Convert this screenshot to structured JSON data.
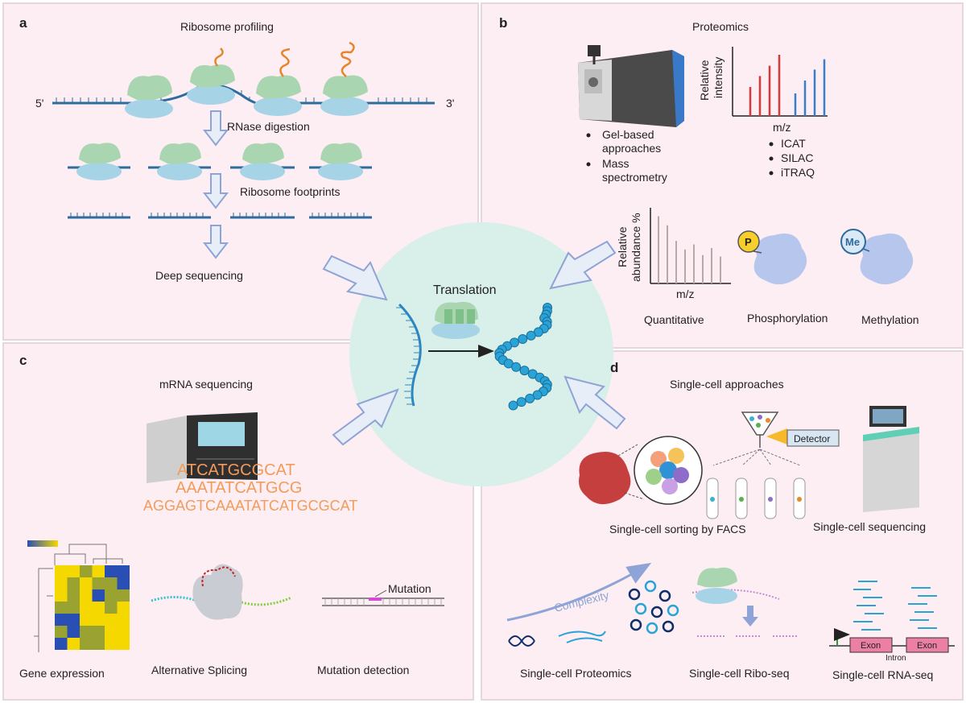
{
  "panels": {
    "a": {
      "letter": "a",
      "title": "Ribosome profiling",
      "five_prime": "5'",
      "three_prime": "3'",
      "step1": "RNase digestion",
      "step2": "Ribosome footprints",
      "step3": "Deep sequencing"
    },
    "b": {
      "letter": "b",
      "title": "Proteomics",
      "bullets_left": [
        "Gel-based",
        "approaches",
        "Mass",
        "spectrometry"
      ],
      "bullets_right": [
        "ICAT",
        "SILAC",
        "iTRAQ"
      ],
      "spectrum_ylabel": [
        "Relative",
        "intensity"
      ],
      "spectrum_xlabel": "m/z",
      "abundance_ylabel": [
        "Relative",
        "abundance %"
      ],
      "abundance_xlabel": "m/z",
      "phospho_badge": "P",
      "methyl_badge": "Me",
      "caption_quant": "Quantitative",
      "caption_phospho": "Phosphorylation",
      "caption_methyl": "Methylation"
    },
    "c": {
      "letter": "c",
      "title": "mRNA sequencing",
      "seq_lines": [
        "ATCATGCGCAT",
        "AAATATCATGCG",
        "AGGAGTCAAATATCATGCGCAT"
      ],
      "mutation_label": "Mutation",
      "caption_gene": "Gene expression",
      "caption_splice": "Alternative Splicing",
      "caption_mut": "Mutation detection"
    },
    "d": {
      "letter": "d",
      "title": "Single-cell approaches",
      "detector": "Detector",
      "caption_facs": "Single-cell sorting by FACS",
      "caption_seq": "Single-cell sequencing",
      "complexity": "Complexity",
      "caption_prot": "Single-cell Proteomics",
      "caption_ribo": "Single-cell Ribo-seq",
      "caption_rna": "Single-cell RNA-seq",
      "exon1": "Exon",
      "exon2": "Exon",
      "intron": "Intron"
    },
    "center": {
      "title": "Translation"
    }
  },
  "spectrum_peaks": {
    "red": [
      0.45,
      0.62,
      0.78,
      0.95
    ],
    "blue": [
      0.35,
      0.55,
      0.72,
      0.88
    ]
  },
  "abundance_peaks": [
    0.95,
    0.82,
    0.6,
    0.48,
    0.55,
    0.4,
    0.5,
    0.38
  ],
  "colors": {
    "panel_bg": "#fdeef3",
    "center_bg": "#d9efe9",
    "arrow_fill": "#e8eef8",
    "arrow_stroke": "#8ea3d6",
    "mrna": "#2e6b9e",
    "ribo_large": "#a9d6b0",
    "ribo_small": "#a6d4e6",
    "protein_bead": "#2aa3d6",
    "red_peak": "#d43a3a",
    "blue_peak": "#3a7dc9",
    "seq_orange": "#f39b5a"
  }
}
